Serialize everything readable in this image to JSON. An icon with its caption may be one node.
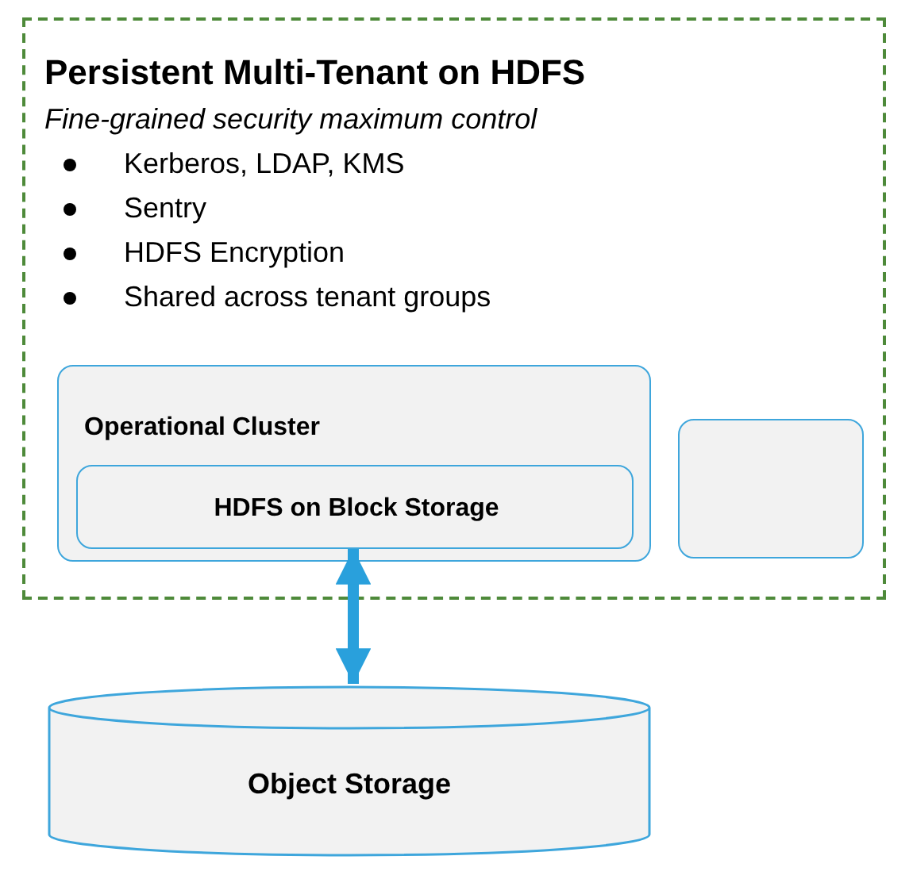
{
  "diagram": {
    "nodes": [
      {
        "text": [
          "Persistent Multi-Tenant on HDFS",
          "Fine-grained security maximum control",
          "Kerberos, LDAP, KMS",
          "Sentry",
          "HDFS Encryption",
          "Shared across tenant groups"
        ]
      },
      {
        "text": [
          "Operational Cluster"
        ],
        "in": 0
      },
      {
        "text": [
          "HDFS on Block Storage"
        ],
        "in": 1
      },
      {
        "text": [],
        "shape": "box",
        "in": 0
      },
      {
        "text": [
          "Object Storage"
        ]
      }
    ],
    "edges": [
      {
        "from": 2,
        "to": 4,
        "arrow": "both"
      }
    ]
  }
}
